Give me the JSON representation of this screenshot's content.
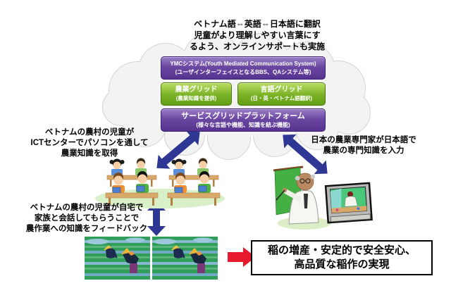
{
  "palette": {
    "box_purple": "#6a48a2",
    "box_purple_border": "#3a2272",
    "box_green": "#7ab226",
    "box_green_border": "#4a7a10",
    "arrow_blue": "#2e3794",
    "arrow_red": "#e8192c",
    "cloud_fill": "#f3f3f3",
    "cloud_edge": "#d4d4d4",
    "ground_ellipse_green": "#d9efc8",
    "result_border": "#000000"
  },
  "top_note": {
    "lines": [
      "ベトナム語⇔英語⇔日本語に翻訳",
      "児童がより理解しやすい言葉にす",
      "るよう、オンラインサポートも実施"
    ]
  },
  "cloud": {
    "ymc": {
      "title": "YMCシステム(Youth Mediated Communication System)",
      "subtitle": "(ユーザインターフェイスとなるBBS、QAシステム等)"
    },
    "agri_grid": {
      "title": "農業グリッド",
      "subtitle": "(農業知識を提供)"
    },
    "language_grid": {
      "title": "言語グリッド",
      "subtitle": "(日・英・ベトナム語翻訳)"
    },
    "service_grid": {
      "title": "サービスグリッドプラットフォーム",
      "subtitle": "(様々な言語や機能、知識を結ぶ機能)"
    }
  },
  "notes": {
    "ict_children": {
      "lines": [
        "ベトナムの農村の児童が",
        "ICTセンターでパソコンを通して",
        "農業知識を取得"
      ]
    },
    "japan_expert": {
      "lines": [
        "日本の農業専門家が日本語で",
        "農業の専門知識を入力"
      ]
    },
    "feedback": {
      "lines": [
        "ベトナムの農村の児童が自宅で",
        "家族と会話してもらうことで",
        "農作業への知識をフィードバック"
      ]
    }
  },
  "result": {
    "lines": [
      "稲の増産・安定的で安全安心、",
      "高品質な稲作の実現"
    ]
  },
  "illustrations": {
    "cloud": "system-cloud-shape",
    "classroom": "children-at-computers-illustration",
    "farmers": "rice-paddy-farmers-photo",
    "expert": "agriculture-expert-illustration",
    "monitor": "computer-monitor-illustration",
    "arrows": [
      "cloud-classroom-arrow",
      "cloud-expert-arrow",
      "classroom-home-arrow",
      "result-arrow"
    ]
  }
}
